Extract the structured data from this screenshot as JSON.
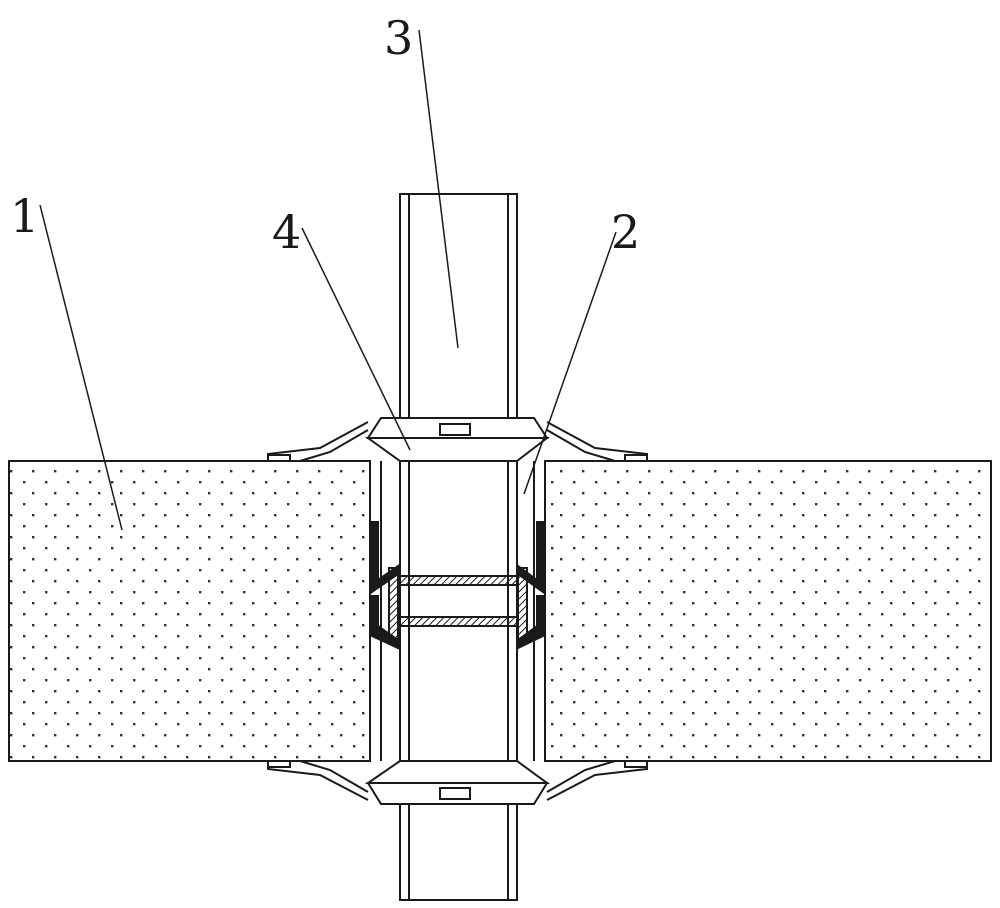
{
  "labels": {
    "slab": "1",
    "sleeve": "2",
    "pipe": "3",
    "flange": "4"
  },
  "colors": {
    "line": "#1a1a1a",
    "background": "#ffffff",
    "stipple": "#333333"
  }
}
